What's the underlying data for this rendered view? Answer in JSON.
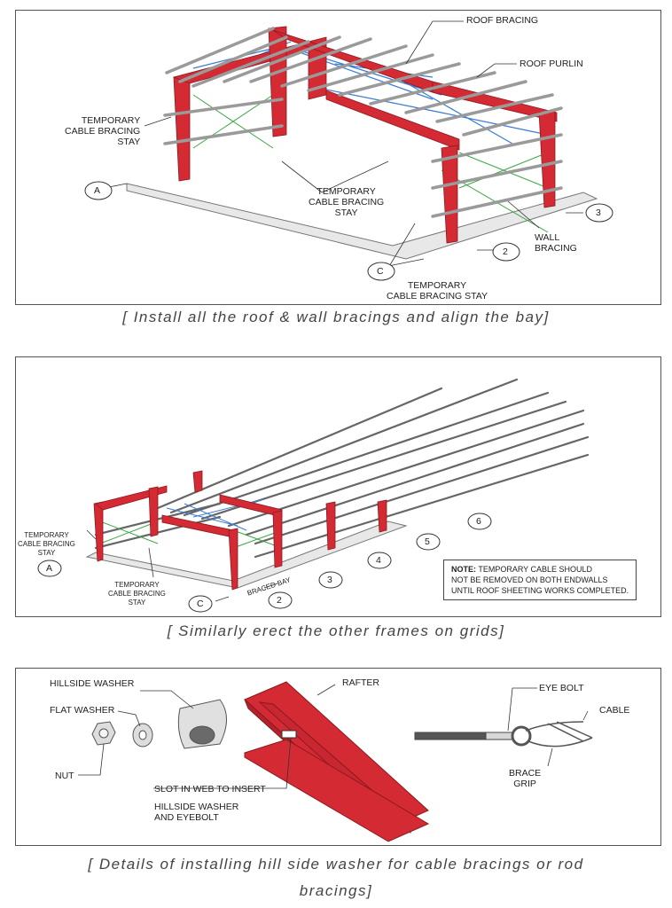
{
  "panel1": {
    "labels": {
      "roof_bracing": "ROOF BRACING",
      "roof_purlin": "ROOF PURLIN",
      "temp_stay_left": "TEMPORARY\nCABLE BRACING\nSTAY",
      "temp_stay_mid": "TEMPORARY\nCABLE BRACING\nSTAY",
      "temp_stay_bottom": "TEMPORARY\nCABLE BRACING STAY",
      "wall_bracing": "WALL\nBRACING"
    },
    "grid": {
      "a": "A",
      "c": "C",
      "n2": "2",
      "n3": "3"
    },
    "caption": "[ Install all the roof & wall bracings and align the bay]"
  },
  "panel2": {
    "labels": {
      "temp_stay_left": "TEMPORARY\nCABLE BRACING\nSTAY",
      "temp_stay_bottom": "TEMPORARY\nCABLE BRACING\nSTAY",
      "braced_bay": "BRACED BAY"
    },
    "note_label": "NOTE:",
    "note_text": " TEMPORARY CABLE SHOULD\nNOT BE REMOVED ON BOTH ENDWALLS\nUNTIL ROOF SHEETING WORKS COMPLETED.",
    "grid": {
      "a": "A",
      "c": "C",
      "n2": "2",
      "n3": "3",
      "n4": "4",
      "n5": "5",
      "n6": "6"
    },
    "caption": "[ Similarly erect the other frames on grids]"
  },
  "panel3": {
    "labels": {
      "hillside_washer": "HILLSIDE WASHER",
      "flat_washer": "FLAT WASHER",
      "nut": "NUT",
      "rafter": "RAFTER",
      "slot": "SLOT IN WEB TO INSERT",
      "slot2": "HILLSIDE WASHER\nAND EYEBOLT",
      "eye_bolt": "EYE BOLT",
      "cable": "CABLE",
      "brace_grip": "BRACE\nGRIP"
    },
    "caption": "[ Details of installing hill side washer for cable bracings or rod bracings]"
  },
  "colors": {
    "steel_red": "#d42a34",
    "purlin_grey": "#9a9a9a",
    "roof_bracing": "#3a7bd5",
    "wall_bracing": "#3aa845"
  }
}
